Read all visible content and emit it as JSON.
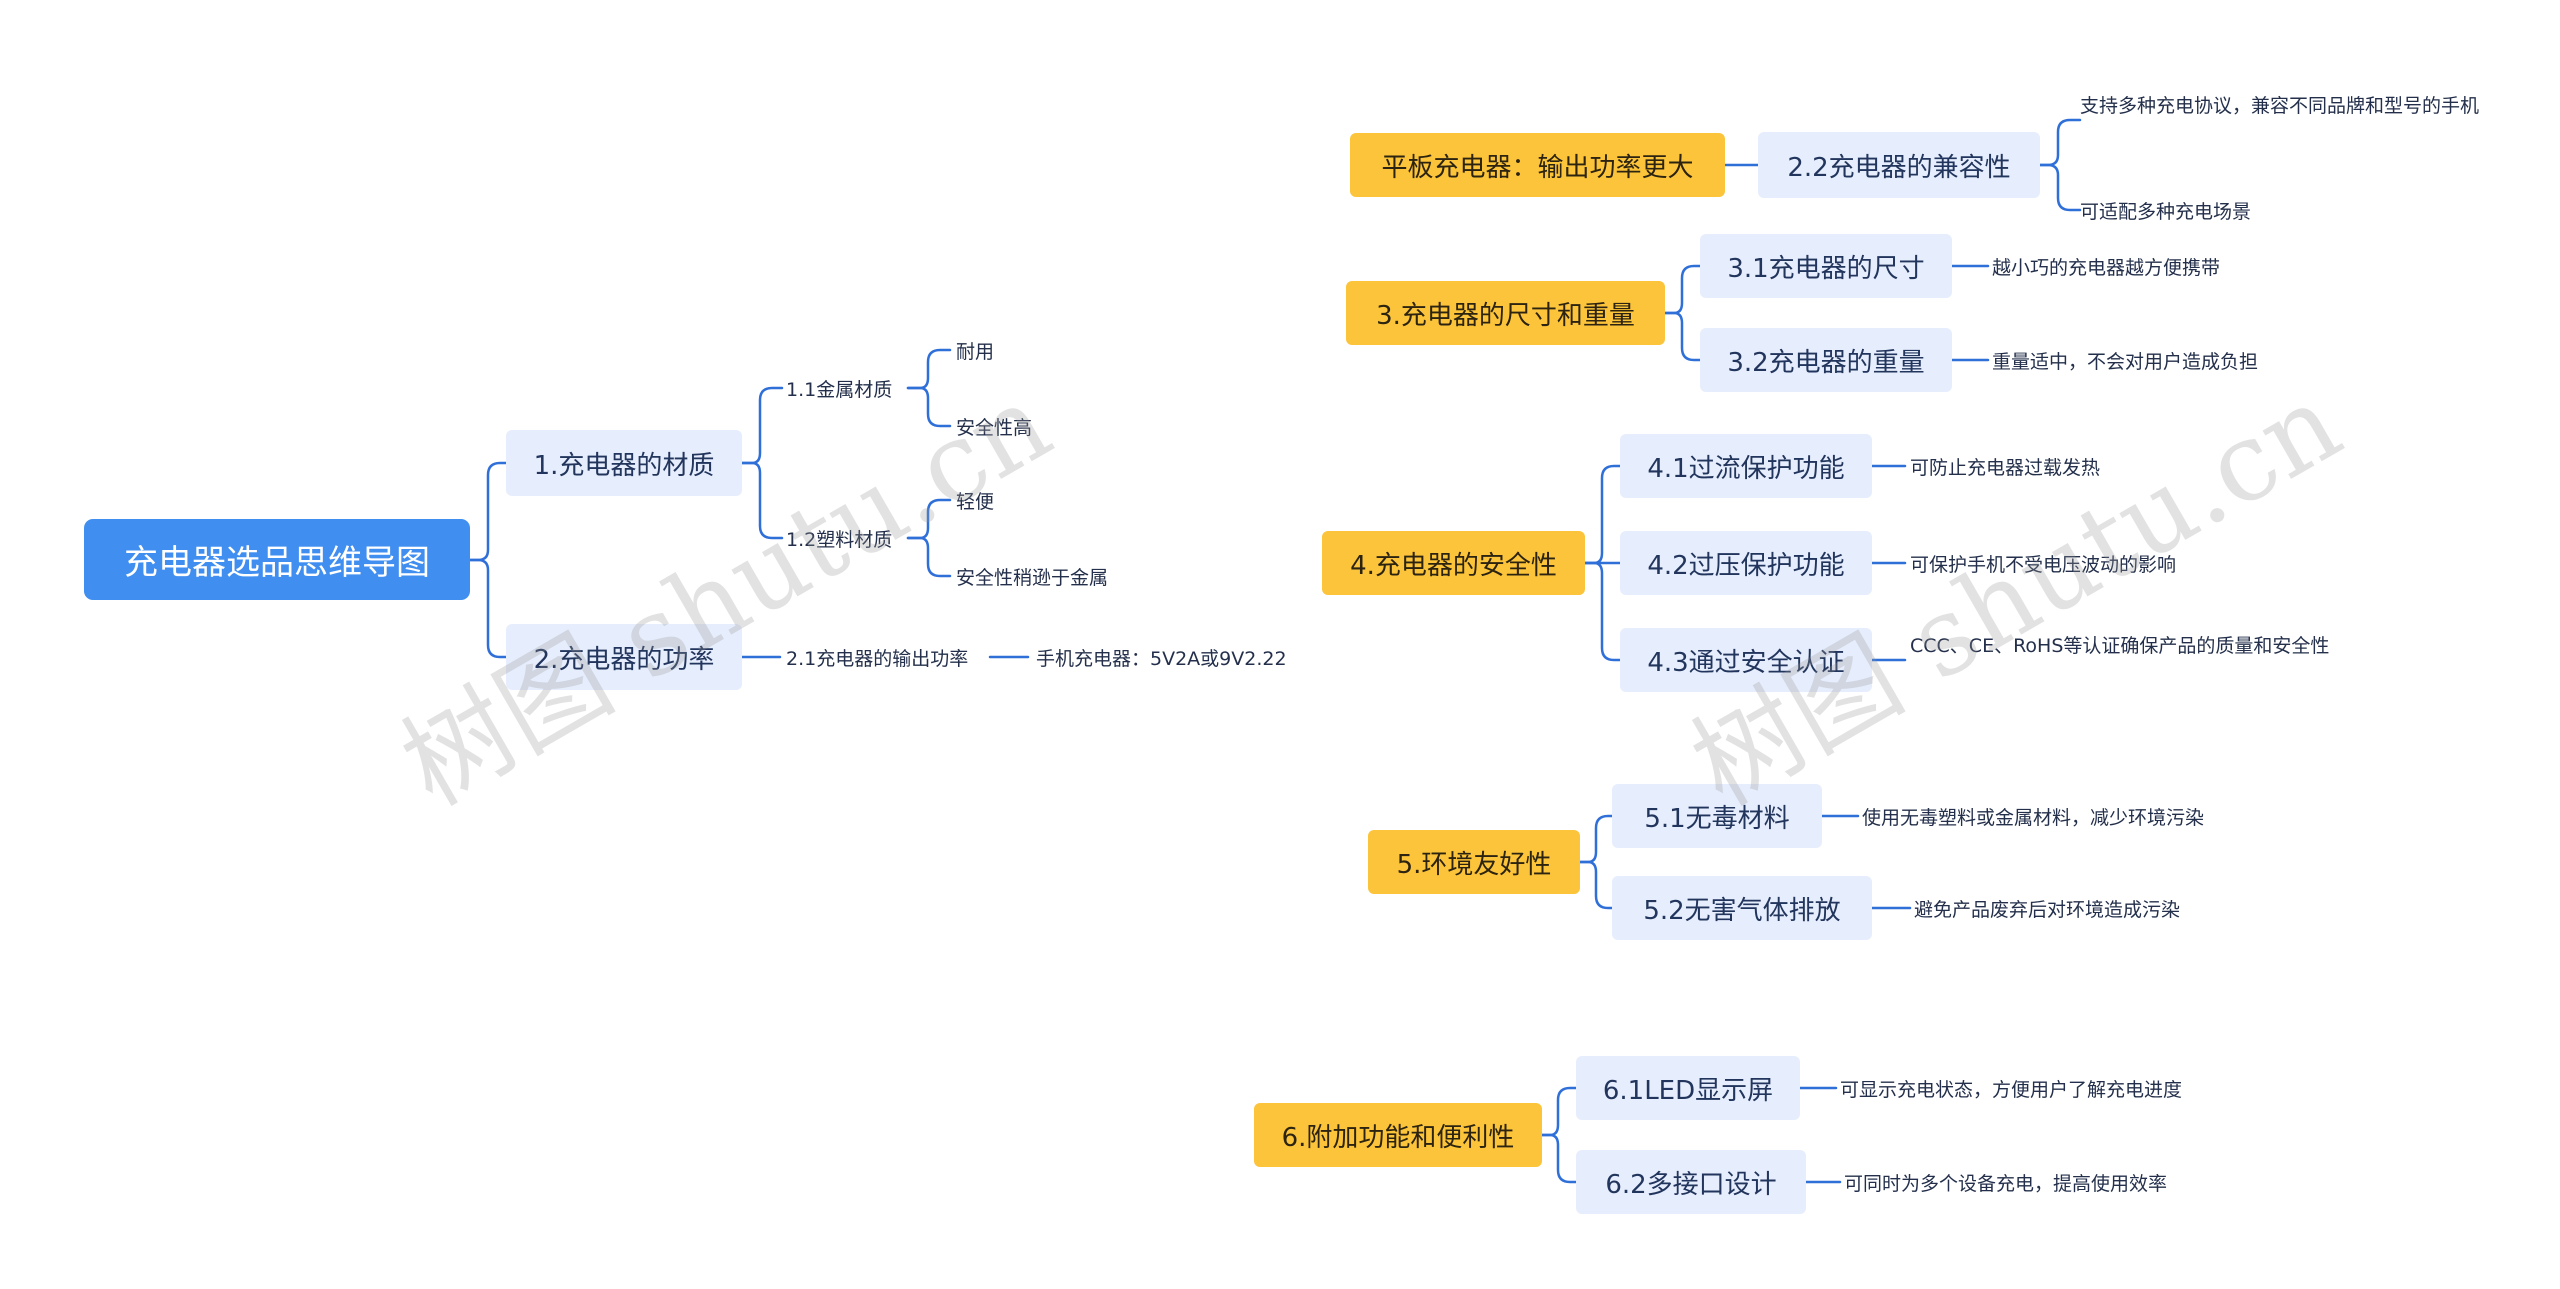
{
  "root": "充电器选品思维导图",
  "n1": "1.充电器的材质",
  "n1_1": "1.1金属材质",
  "n1_1a": "耐用",
  "n1_1b": "安全性高",
  "n1_2": "1.2塑料材质",
  "n1_2a": "轻便",
  "n1_2b": "安全性稍逊于金属",
  "n2": "2.充电器的功率",
  "n2_1": "2.1充电器的输出功率",
  "n2_1a": "手机充电器：5V2A或9V2.22",
  "n2_tablet": "平板充电器：输出功率更大",
  "n2_2": "2.2充电器的兼容性",
  "n2_2a": "支持多种充电协议，兼容不同品牌和型号的手机",
  "n2_2b": "可适配多种充电场景",
  "n3": "3.充电器的尺寸和重量",
  "n3_1": "3.1充电器的尺寸",
  "n3_1a": "越小巧的充电器越方便携带",
  "n3_2": "3.2充电器的重量",
  "n3_2a": "重量适中，不会对用户造成负担",
  "n4": "4.充电器的安全性",
  "n4_1": "4.1过流保护功能",
  "n4_1a": "可防止充电器过载发热",
  "n4_2": "4.2过压保护功能",
  "n4_2a": "可保护手机不受电压波动的影响",
  "n4_3": "4.3通过安全认证",
  "n4_3a": "CCC、CE、RoHS等认证确保产品的质量和安全性",
  "n5": "5.环境友好性",
  "n5_1": "5.1无毒材料",
  "n5_1a": "使用无毒塑料或金属材料，减少环境污染",
  "n5_2": "5.2无害气体排放",
  "n5_2a": "避免产品废弃后对环境造成污染",
  "n6": "6.附加功能和便利性",
  "n6_1": "6.1LED显示屏",
  "n6_1a": "可显示充电状态，方便用户了解充电进度",
  "n6_2": "6.2多接口设计",
  "n6_2a": "可同时为多个设备充电，提高使用效率",
  "watermark": "树图 shutu.cn",
  "colors": {
    "root": "#3f8ef0",
    "branch": "#e6edfd",
    "topic": "#fcc43a",
    "line": "#2f6fd8"
  }
}
